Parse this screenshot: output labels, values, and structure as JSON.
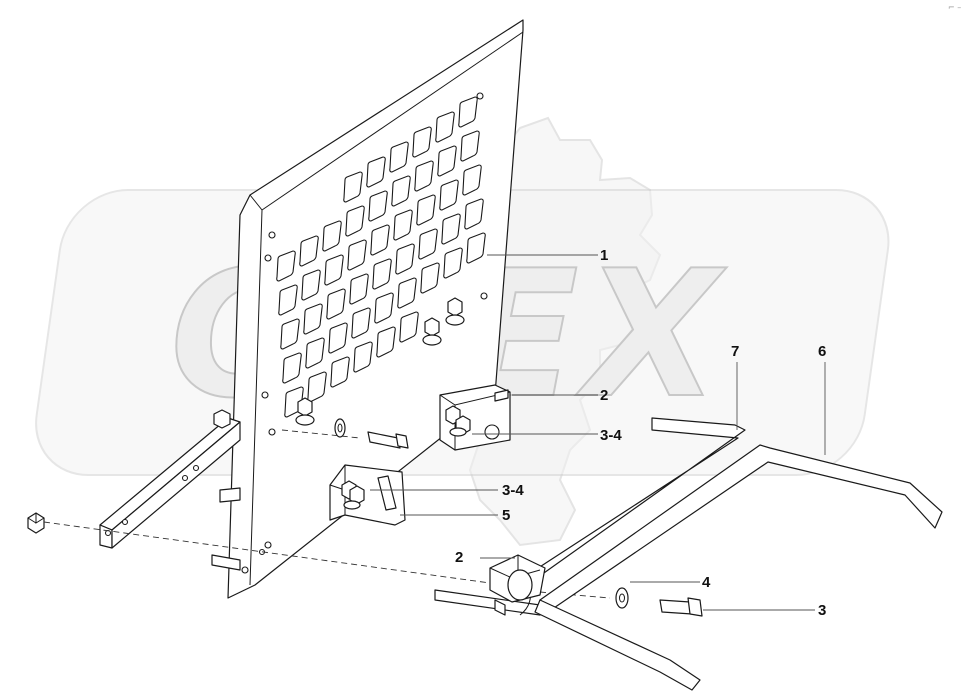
{
  "watermark": {
    "text": "OPEX"
  },
  "corner_mark": "⌐ –",
  "callouts": [
    {
      "id": "c1",
      "text": "1"
    },
    {
      "id": "c2a",
      "text": "2"
    },
    {
      "id": "c34a",
      "text": "3-4"
    },
    {
      "id": "c34b",
      "text": "3-4"
    },
    {
      "id": "c5",
      "text": "5"
    },
    {
      "id": "c7",
      "text": "7"
    },
    {
      "id": "c6",
      "text": "6"
    },
    {
      "id": "c2b",
      "text": "2"
    },
    {
      "id": "c4",
      "text": "4"
    },
    {
      "id": "c3",
      "text": "3"
    }
  ]
}
